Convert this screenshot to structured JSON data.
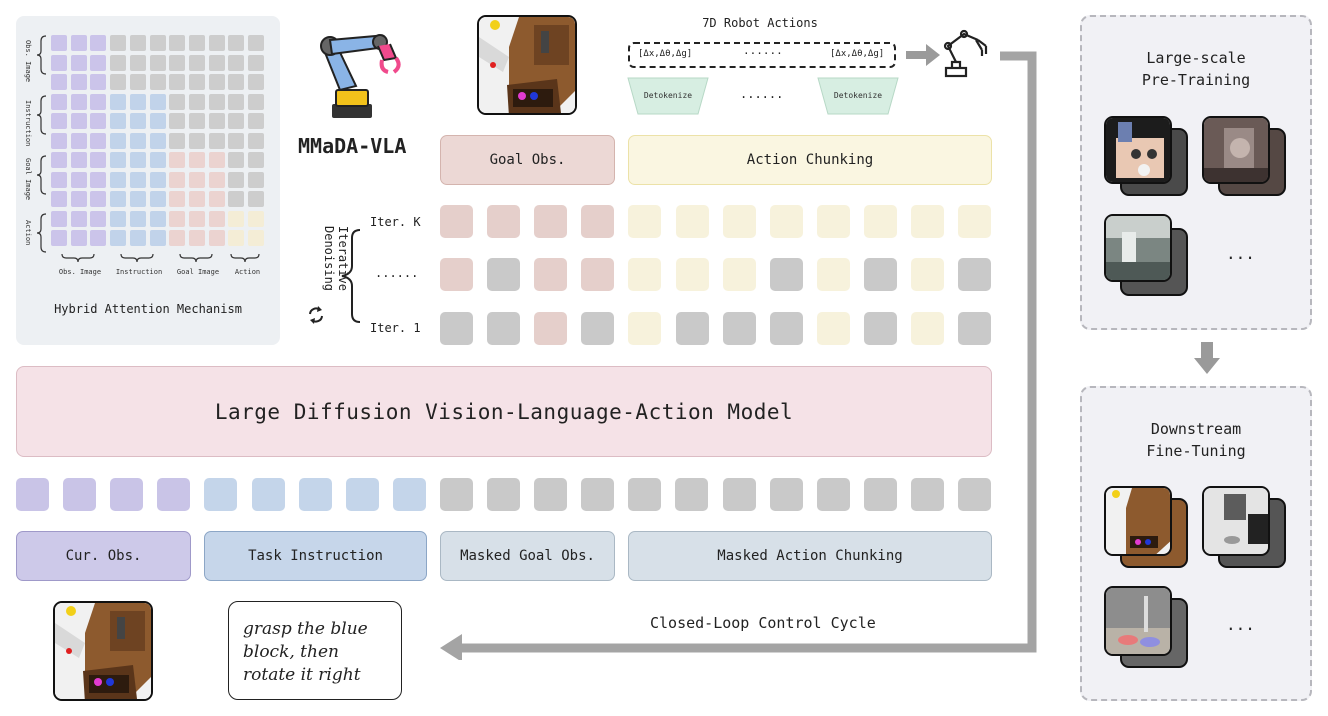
{
  "attention": {
    "title": "Hybrid Attention Mechanism",
    "row_labels": [
      "Obs. Image",
      "Instruction",
      "Goal Image",
      "Action"
    ],
    "col_labels": [
      "Obs. Image",
      "Instruction",
      "Goal Image",
      "Action"
    ]
  },
  "model": {
    "name": "MMaDA-VLA",
    "big_box_label": "Large Diffusion Vision-Language-Action Model"
  },
  "output": {
    "actions_title": "7D Robot Actions",
    "action_token_left": "[Δx,Δθ,Δg]",
    "action_token_right": "[Δx,Δθ,Δg]",
    "action_ellipsis": "······",
    "detok_left": "Detokenize",
    "detok_right": "Detokenize",
    "detok_ellipsis": "......"
  },
  "denoise": {
    "label": "Iterative Denoising",
    "iter_k": "Iter. K",
    "iter_mid": "......",
    "iter_1": "Iter. 1"
  },
  "top_tags": {
    "goal": "Goal Obs.",
    "action": "Action Chunking"
  },
  "bottom_tags": {
    "cur_obs": "Cur. Obs.",
    "task": "Task Instruction",
    "masked_goal": "Masked Goal Obs.",
    "masked_action": "Masked Action Chunking"
  },
  "instruction_text": "grasp the blue block, then rotate it right",
  "loop_label": "Closed-Loop Control Cycle",
  "pretrain": {
    "title": "Large-scale\nPre-Training",
    "ellipsis": "..."
  },
  "finetune": {
    "title": "Downstream\nFine-Tuning",
    "ellipsis": "..."
  },
  "colors": {
    "obs_purple": "#c8c4e6",
    "instr_blue": "#c3d3e8",
    "goal_pink": "#e7cfcb",
    "action_yellow": "#f6f1da",
    "mask_gray": "#cfcfcf"
  }
}
